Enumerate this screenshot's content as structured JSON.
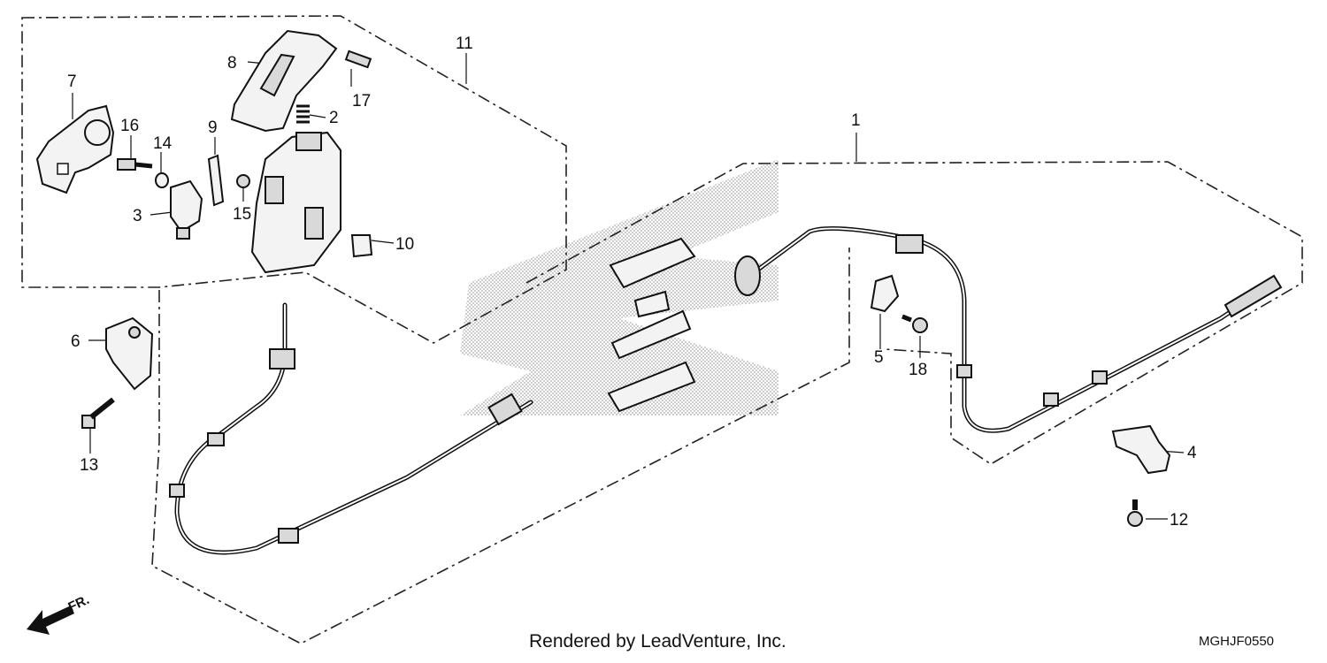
{
  "diagram": {
    "callouts": [
      {
        "id": "1",
        "text": "1"
      },
      {
        "id": "2",
        "text": "2"
      },
      {
        "id": "3",
        "text": "3"
      },
      {
        "id": "4",
        "text": "4"
      },
      {
        "id": "5",
        "text": "5"
      },
      {
        "id": "6",
        "text": "6"
      },
      {
        "id": "7",
        "text": "7"
      },
      {
        "id": "8",
        "text": "8"
      },
      {
        "id": "9",
        "text": "9"
      },
      {
        "id": "10",
        "text": "10"
      },
      {
        "id": "11",
        "text": "11"
      },
      {
        "id": "12",
        "text": "12"
      },
      {
        "id": "13",
        "text": "13"
      },
      {
        "id": "14",
        "text": "14"
      },
      {
        "id": "15",
        "text": "15"
      },
      {
        "id": "16",
        "text": "16"
      },
      {
        "id": "17",
        "text": "17"
      },
      {
        "id": "18",
        "text": "18"
      }
    ],
    "direction_marker": "FR.",
    "footer_text": "Rendered by LeadVenture, Inc.",
    "diagram_code": "MGHJF0550"
  }
}
